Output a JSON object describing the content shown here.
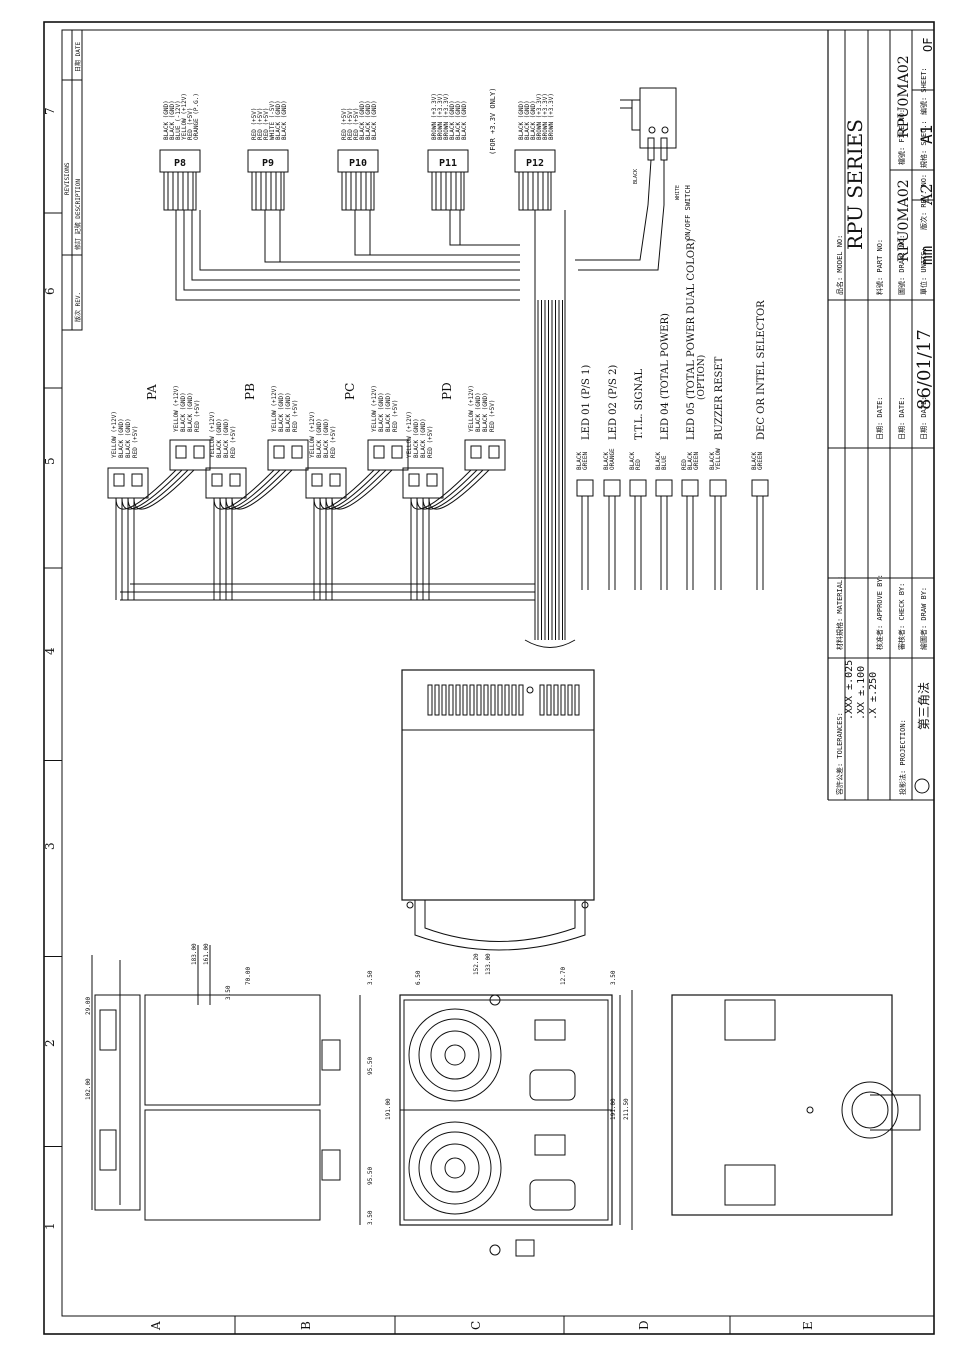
{
  "border": {
    "row_letters": [
      "A",
      "B",
      "C",
      "D",
      "E"
    ],
    "col_numbers": [
      "1",
      "2",
      "3",
      "4",
      "5",
      "6",
      "7"
    ]
  },
  "revisions": {
    "title": "REVISIONS",
    "col_rev": "版次 REV.",
    "col_desc": "修訂 記號 DESCRIPTION",
    "col_date": "日期 DATE"
  },
  "connectors_top": [
    {
      "id": "P8",
      "wires": [
        "BLACK (GND)",
        "BLACK (GND)",
        "BLUE (-12V)",
        "YELLOW (+12V)",
        "RED (+5V)",
        "ORANGE (P.G.)"
      ]
    },
    {
      "id": "P9",
      "wires": [
        "RED (+5V)",
        "RED (+5V)",
        "RED (+5V)",
        "WHITE (-5V)",
        "BLACK (GND)",
        "BLACK (GND)"
      ]
    },
    {
      "id": "P10",
      "wires": [
        "RED (+5V)",
        "RED (+5V)",
        "RED (+5V)",
        "BLACK (GND)",
        "BLACK (GND)",
        "BLACK (GND)"
      ]
    },
    {
      "id": "P11",
      "wires": [
        "BROWN (+3.3V)",
        "BROWN (+3.3V)",
        "BROWN (+3.3V)",
        "BLACK (GND)",
        "BLACK (GND)",
        "BLACK (GND)"
      ]
    },
    {
      "id": "P12",
      "wires": [
        "BLACK (GND)",
        "BLACK (GND)",
        "BLACK (GND)",
        "BROWN (+3.3V)",
        "BROWN (+3.3V)",
        "BROWN (+3.3V)"
      ]
    }
  ],
  "p11_note": "(FOR +3.3V ONLY)",
  "switch": {
    "label": "ON/OFF SWITCH",
    "black": "BLACK",
    "white": "WHITE"
  },
  "peripheral": [
    {
      "id": "PA",
      "a": [
        "YELLOW (+12V)",
        "BLACK (GND)",
        "BLACK (GND)",
        "RED (+5V)"
      ],
      "b": [
        "YELLOW (+12V)",
        "BLACK (GND)",
        "BLACK (GND)",
        "RED (+5V)"
      ]
    },
    {
      "id": "PB",
      "a": [
        "YELLOW (+12V)",
        "BLACK (GND)",
        "BLACK (GND)",
        "RED (+5V)"
      ],
      "b": [
        "YELLOW (+12V)",
        "BLACK (GND)",
        "BLACK (GND)",
        "RED (+5V)"
      ]
    },
    {
      "id": "PC",
      "a": [
        "YELLOW (+12V)",
        "BLACK (GND)",
        "BLACK (GND)",
        "RED (+5V)"
      ],
      "b": [
        "YELLOW (+12V)",
        "BLACK (GND)",
        "BLACK (GND)",
        "RED (+5V)"
      ]
    },
    {
      "id": "PD",
      "a": [
        "YELLOW (+12V)",
        "BLACK (GND)",
        "BLACK (GND)",
        "RED (+5V)"
      ],
      "b": [
        "YELLOW (+12V)",
        "BLACK (GND)",
        "BLACK (GND)",
        "RED (+5V)"
      ]
    }
  ],
  "signals": [
    {
      "label": "LED 01 (P/S 1)",
      "wires": [
        "BLACK",
        "GREEN"
      ]
    },
    {
      "label": "LED 02 (P/S 2)",
      "wires": [
        "BLACK",
        "ORANGE"
      ]
    },
    {
      "label": "T.T.L. SIGNAL",
      "wires": [
        "BLACK",
        "RED"
      ]
    },
    {
      "label": "LED 04 (TOTAL POWER)",
      "wires": [
        "BLACK",
        "BLUE"
      ]
    },
    {
      "label": "LED 05 (TOTAL POWER DUAL COLOR)",
      "sub": "(OPTION)",
      "wires": [
        "RED",
        "BLACK",
        "GREEN"
      ]
    },
    {
      "label": "BUZZER RESET",
      "wires": [
        "BLACK",
        "YELLOW"
      ]
    },
    {
      "label": "DEC OR INTEL SELECTOR",
      "wires": [
        "BLACK",
        "GREEN"
      ]
    }
  ],
  "dims": {
    "d183": "183.00",
    "d161": "161.00",
    "d70": "70.00",
    "d3_50": "3.50",
    "d102": "102.00",
    "d29": "29.00",
    "d95_50": "95.50",
    "d191": "191.00",
    "d152_20": "152.20",
    "d133": "133.00",
    "d6_50": "6.50",
    "d12_70": "12.70",
    "d211_50": "211.50"
  },
  "title_block": {
    "tolerances_label": "容許公差: TOLERANCES:",
    "tol": [
      ".XXX ±.025",
      ".XX ±.100",
      ".X ±.250"
    ],
    "projection_label": "投影法: PROJECTION:",
    "projection_value": "第三角法",
    "material_label": "材料規格: MATERIAL:",
    "approve_label": "核准者: APPROVE BY:",
    "check_label": "審核者: CHECK BY:",
    "draw_label": "繪圖者: DRAW BY:",
    "date_label_1": "日期: DATE:",
    "date_label_2": "日期: DATE:",
    "date_label_3": "日期: DATE:",
    "date_value": "86/01/17",
    "model_label": "品名: MODEL NO:",
    "model_value": "RPU SERIES",
    "part_label": "料號: PART NO:",
    "drawno_label": "圖號: DRAW. NO:",
    "drawno_value": "RPU0MA02",
    "file_label": "檔號: FILE NO:",
    "file_value": "RPU0MA02",
    "units_label": "單位: UNITS:",
    "units_value": "mm",
    "rev_label": "版次: REV. NO:",
    "rev_value": "A2",
    "spec_label": "規格: SPEC.:",
    "spec_value": "A1",
    "sheet_label": "編號: SHEET:",
    "sheet_value": "OF"
  }
}
